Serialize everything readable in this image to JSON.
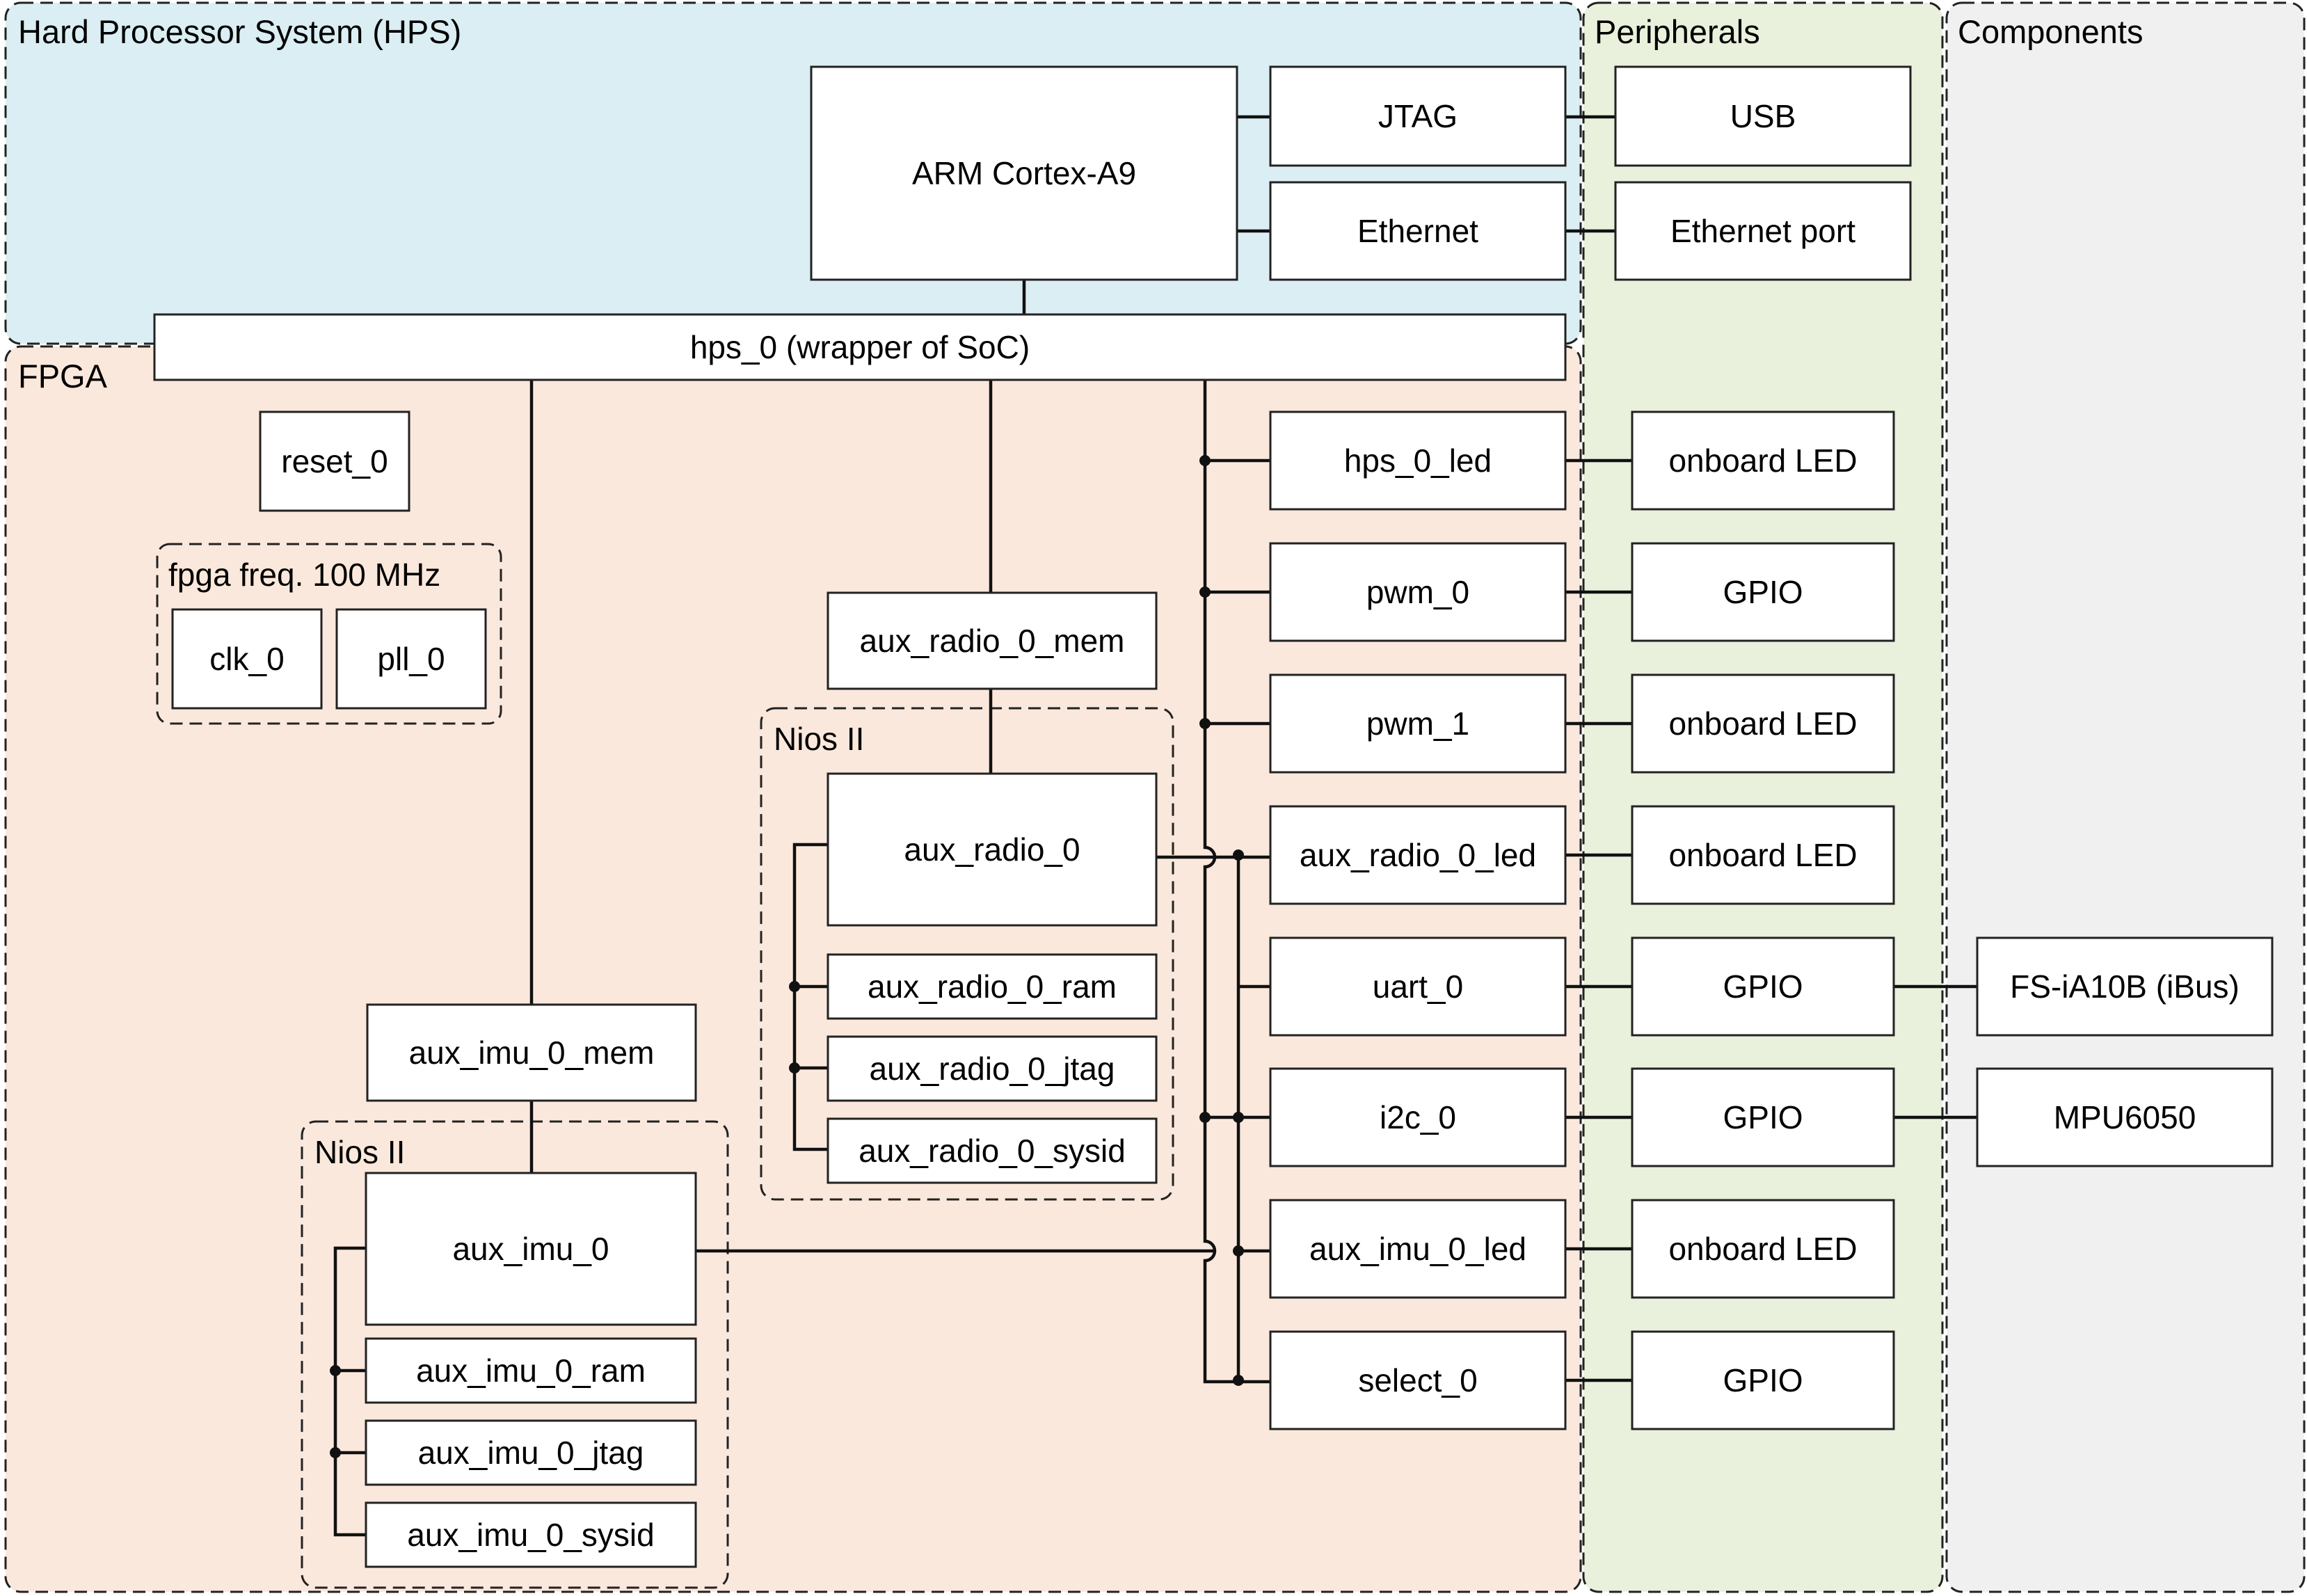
{
  "regions": {
    "hps": {
      "label": "Hard Processor System (HPS)",
      "color": "#daeef3"
    },
    "fpga": {
      "label": "FPGA",
      "color": "#fbe8dc"
    },
    "peripherals": {
      "label": "Peripherals",
      "color": "#e9f0dc"
    },
    "components": {
      "label": "Components",
      "color": "#f0f0f0"
    }
  },
  "groups": {
    "fpga_freq": "fpga freq. 100 MHz",
    "nios_radio": "Nios II",
    "nios_imu": "Nios II"
  },
  "blocks": {
    "arm": "ARM Cortex-A9",
    "jtag": "JTAG",
    "ethernet": "Ethernet",
    "usb": "USB",
    "ethernet_port": "Ethernet port",
    "hps_0": "hps_0 (wrapper of SoC)",
    "reset_0": "reset_0",
    "clk_0": "clk_0",
    "pll_0": "pll_0",
    "aux_radio_0_mem": "aux_radio_0_mem",
    "aux_radio_0": "aux_radio_0",
    "aux_radio_0_ram": "aux_radio_0_ram",
    "aux_radio_0_jtag": "aux_radio_0_jtag",
    "aux_radio_0_sysid": "aux_radio_0_sysid",
    "aux_imu_0_mem": "aux_imu_0_mem",
    "aux_imu_0": "aux_imu_0",
    "aux_imu_0_ram": "aux_imu_0_ram",
    "aux_imu_0_jtag": "aux_imu_0_jtag",
    "aux_imu_0_sysid": "aux_imu_0_sysid",
    "hps_0_led": "hps_0_led",
    "pwm_0": "pwm_0",
    "pwm_1": "pwm_1",
    "aux_radio_0_led": "aux_radio_0_led",
    "uart_0": "uart_0",
    "i2c_0": "i2c_0",
    "aux_imu_0_led": "aux_imu_0_led",
    "select_0": "select_0",
    "per_1": "onboard LED",
    "per_2": "GPIO",
    "per_3": "onboard LED",
    "per_4": "onboard LED",
    "per_5": "GPIO",
    "per_6": "GPIO",
    "per_7": "onboard LED",
    "per_8": "GPIO",
    "fs_ia10b": "FS-iA10B (iBus)",
    "mpu6050": "MPU6050"
  }
}
